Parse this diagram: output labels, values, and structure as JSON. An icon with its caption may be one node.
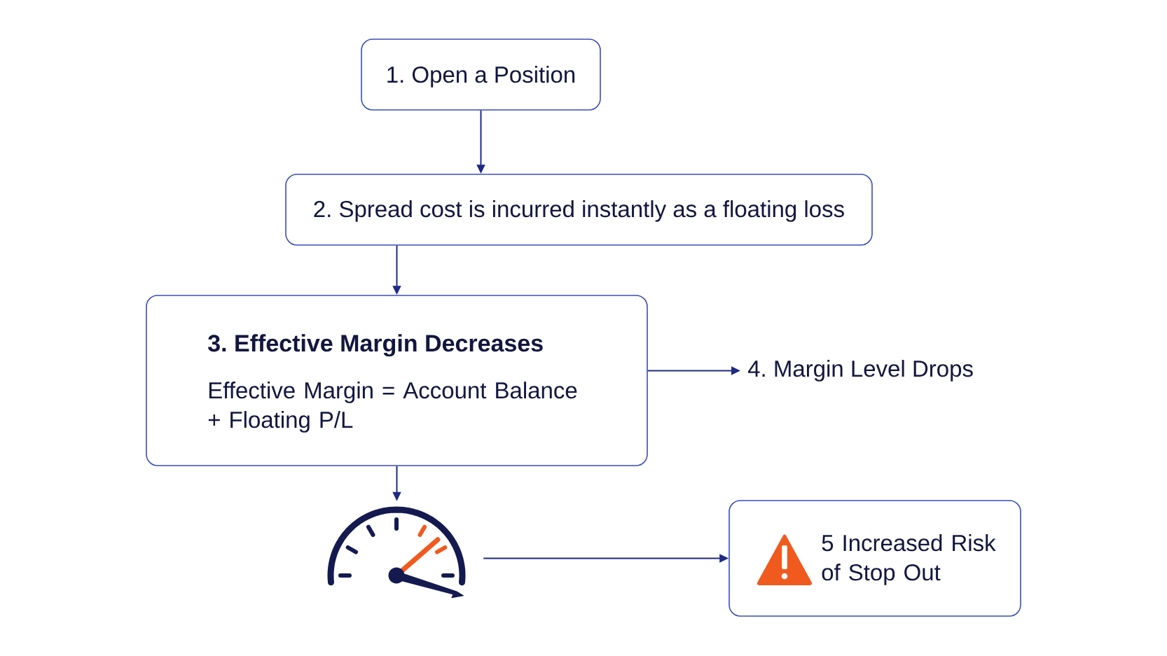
{
  "diagram": {
    "nodes": [
      {
        "text": [
          "1. Open a Position"
        ]
      },
      {
        "text": [
          "2. Spread cost is incurred instantly as a floating loss"
        ]
      },
      {
        "text": [
          "3. Effective Margin Decreases",
          "Effective Margin = Account Balance + Floating P/L"
        ]
      },
      {
        "text": [
          "4. Margin Level Drops"
        ]
      },
      {
        "text": [],
        "shape": "picture"
      },
      {
        "text": [
          "5 Increased Risk of Stop Out"
        ]
      }
    ],
    "edges": [
      {
        "from": 0,
        "to": 1,
        "arrow": "to"
      },
      {
        "from": 1,
        "to": 2,
        "arrow": "to"
      },
      {
        "from": 2,
        "to": 3,
        "arrow": "to"
      },
      {
        "from": 2,
        "to": 4,
        "arrow": "to"
      },
      {
        "from": 4,
        "to": 5,
        "arrow": "to"
      }
    ]
  }
}
